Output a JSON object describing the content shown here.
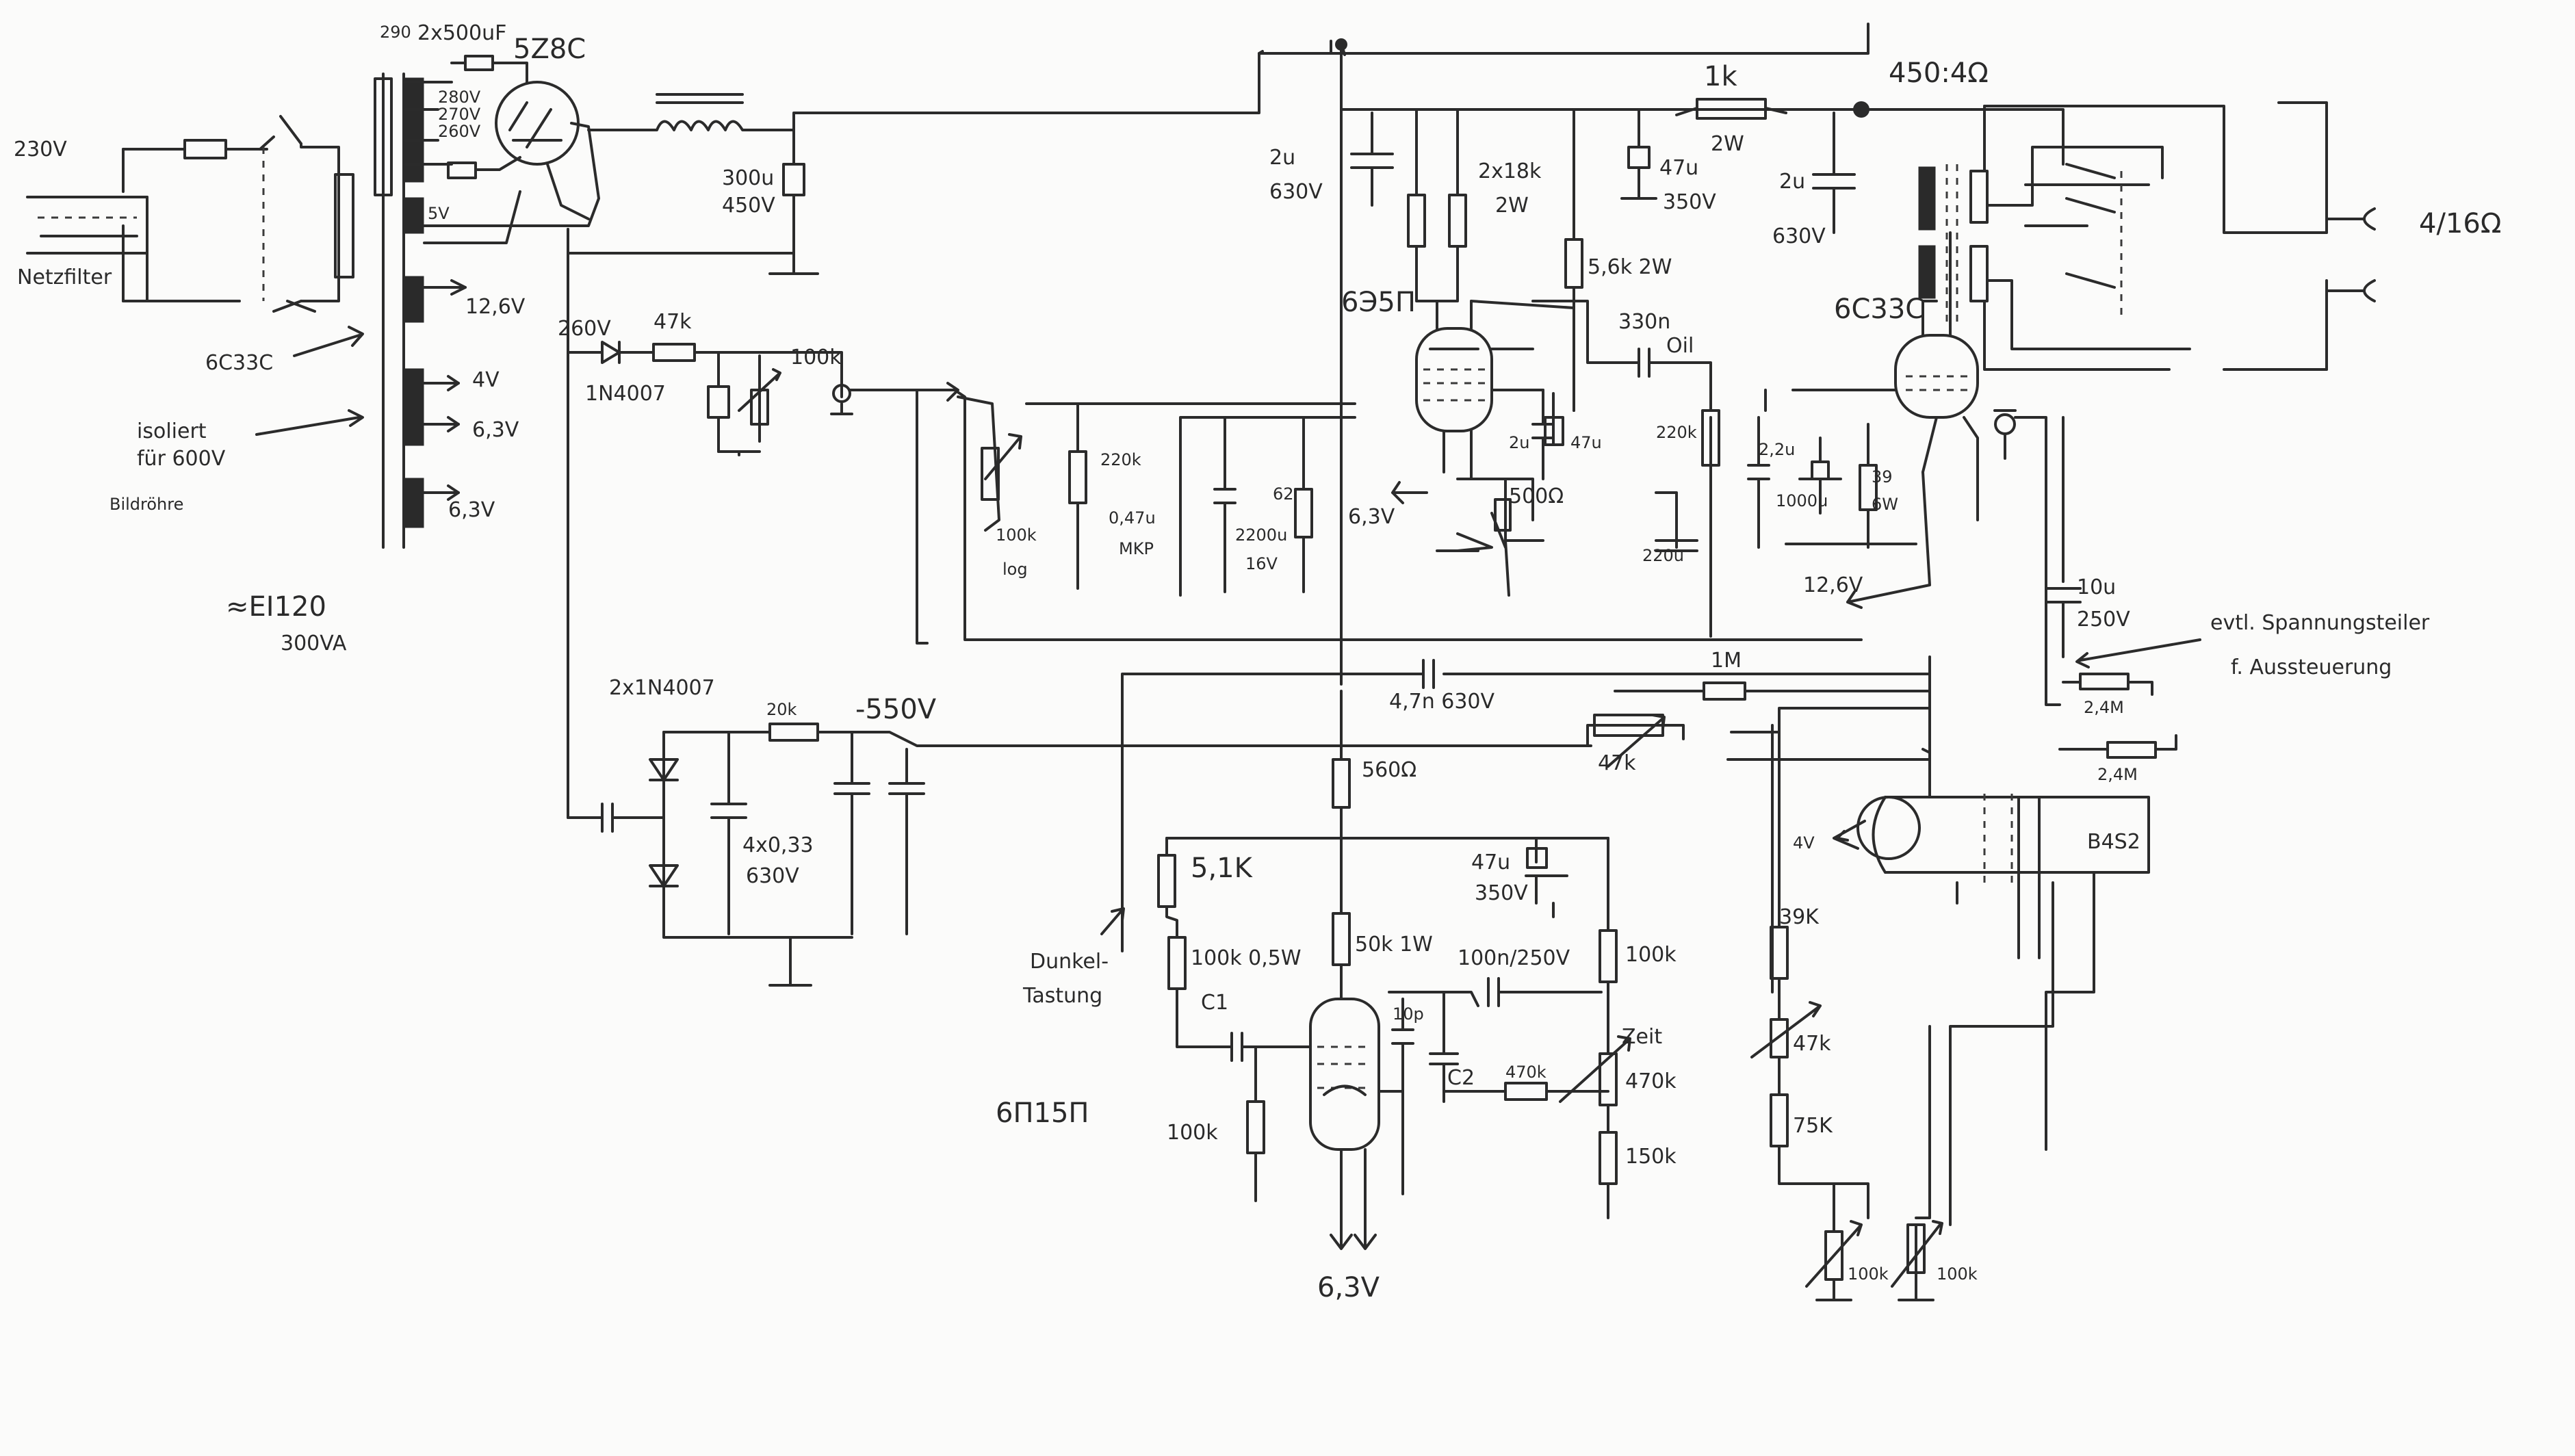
{
  "labels": {
    "mains": "230V",
    "mains_filter": "Netzfilter",
    "tap_290": "290",
    "cap_rect": "2x500uF",
    "rect_tube": "5Z8C",
    "taps": [
      "280V",
      "270V",
      "260V"
    ],
    "w_5v": "5V",
    "w_126v": "12,6V",
    "w_4v": "4V",
    "w_63v_a": "6,3V",
    "w_63v_b": "6,3V",
    "ref_6c33c": "6C33C",
    "isol_1": "isoliert",
    "isol_2": "für 600V",
    "isol_3": "Bildröhre",
    "transformer_1": "≈EI120",
    "transformer_2": "300VA",
    "c_filter": "300u",
    "c_filter_v": "450V",
    "c_2u_630": "2u\n630V",
    "c_2u_630_l1": "2u",
    "c_2u_630_l2": "630V",
    "r_2x18k_l1": "2x18k",
    "r_2x18k_l2": "2W",
    "c_47u_350": "47u",
    "c_47u_350_v": "350V",
    "r_1k": "1k",
    "r_1k_w": "2W",
    "r_5k6": "5,6k 2W",
    "c_2u_630_b1": "2u",
    "c_2u_630_b2": "630V",
    "ot_spec": "450:4Ω",
    "out_spec": "4/16Ω",
    "v_260": "260V",
    "diode_1n4007": "1N4007",
    "r_47k": "47k",
    "r_100k_bias": "100k",
    "tube_6e5p": "6Э5П",
    "c_330n": "330n",
    "c_330n_t": "Oil",
    "tube_6c33c": "6C33C",
    "r_220k_a": "220k",
    "c_047u": "0,47u",
    "c_047u_t": "MKP",
    "c_2200u": "2200u",
    "c_2200u_v": "16V",
    "r_62": "62",
    "pot_100k_log": "100k",
    "pot_log": "log",
    "h_63v": "6,3V",
    "c_2u_k": "2u",
    "c_47u_k": "47u",
    "r_500": "500Ω",
    "c_220u": "220u",
    "r_220k_b": "220k",
    "c_22u": "2,2u",
    "c_1000u": "1000u",
    "r_39_6w": "39\n6W",
    "r_39": "39",
    "r_39_w": "6W",
    "h_126v": "12,6V",
    "c_10u": "10u",
    "c_10u_v": "250V",
    "note_divider_1": "evtl. Spannungsteiler",
    "note_divider_2": "f. Aussteuerung",
    "r_24m_a": "2,4M",
    "r_24m_b": "2,4M",
    "diodes_2x": "2x1N4007",
    "r_20k": "20k",
    "neg_550": "-550V",
    "c_4x033_l1": "4x0,33",
    "c_4x033_l2": "630V",
    "c_47n_630": "4,7n 630V",
    "r_1m": "1M",
    "pot_47k": "47k",
    "r_560": "560Ω",
    "r_5k1": "5,1K",
    "c_47u_350_b": "47u",
    "c_47u_350_b_v": "350V",
    "r_100k_05w": "100k 0,5W",
    "r_50k_1w": "50k 1W",
    "c_100n_250": "100n/250V",
    "r_100k_a": "100k",
    "dunkel_1": "Dunkel-",
    "dunkel_2": "Tastung",
    "c1": "C1",
    "c_10p": "10p",
    "c2": "C2",
    "r_470k": "470k",
    "zeit": "Zeit",
    "pot_470k": "470k",
    "r_150k": "150k",
    "tube_6p15p": "6П15П",
    "r_100k_g": "100k",
    "h_63v_b": "6,3V",
    "crt_4v": "4V",
    "crt_type": "B4S2",
    "r_39k": "39K",
    "pot_47k_b": "47k",
    "r_75k": "75K",
    "pot_100k_x": "100k",
    "pot_100k_y": "100k"
  }
}
